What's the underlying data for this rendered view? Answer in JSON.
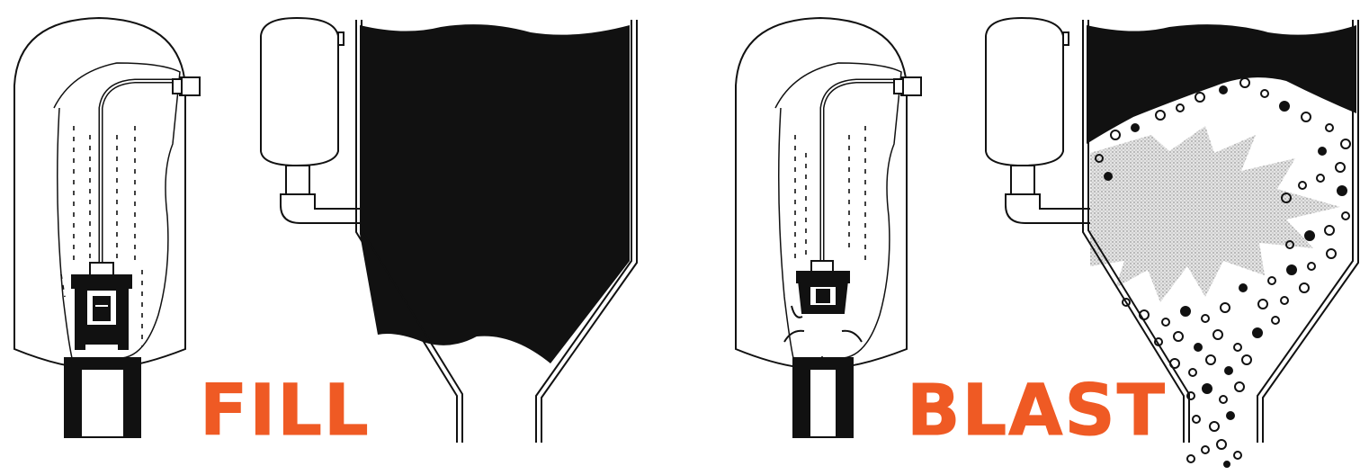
{
  "colors": {
    "accent": "#ef5a24",
    "ink": "#111111",
    "paper": "#ffffff",
    "blast_cloud": "#cfcfcf"
  },
  "panels": [
    {
      "id": "fill",
      "label": "FILL"
    },
    {
      "id": "blast",
      "label": "BLAST"
    }
  ]
}
